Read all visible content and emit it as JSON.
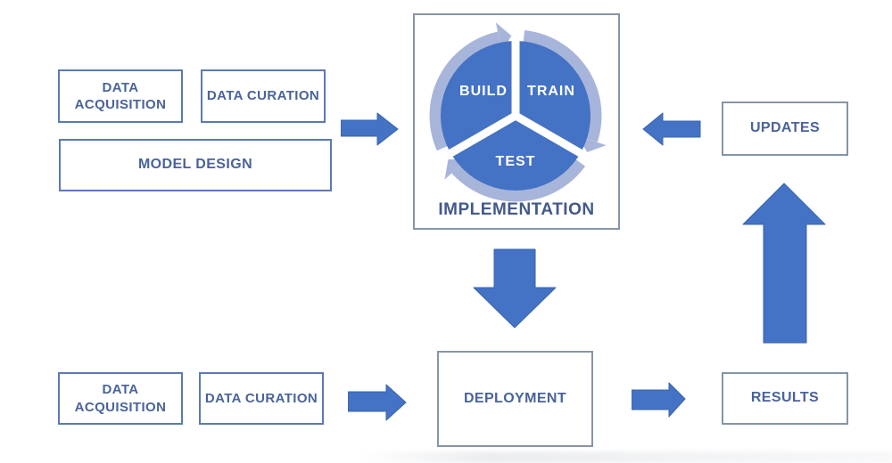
{
  "colors": {
    "arrow_fill": "#4472c4",
    "arrow_edge": "#3a64ad",
    "cycle_pie": "#4472c4",
    "cycle_ring": "#a8b5da",
    "box_text": "#4a639a",
    "implementation_text": "#43598a",
    "blue_box_border": "#5b79b4",
    "gray_box_border": "#8794a8",
    "cycle_label_text": "#ffffff"
  },
  "boxes": {
    "data_acquisition_top": "DATA ACQUISITION",
    "data_curation_top": "DATA CURATION",
    "model_design": "MODEL DESIGN",
    "implementation": "IMPLEMENTATION",
    "updates": "UPDATES",
    "deployment": "DEPLOYMENT",
    "results": "RESULTS",
    "data_acquisition_bottom": "DATA ACQUISITION",
    "data_curation_bottom": "DATA CURATION"
  },
  "cycle": {
    "build": "BUILD",
    "train": "TRAIN",
    "test": "TEST"
  },
  "arrows": [
    {
      "name": "inputs-to-implementation",
      "direction": "right"
    },
    {
      "name": "updates-to-implementation",
      "direction": "left"
    },
    {
      "name": "implementation-to-deployment",
      "direction": "down"
    },
    {
      "name": "data-to-deployment",
      "direction": "right"
    },
    {
      "name": "deployment-to-results",
      "direction": "right"
    },
    {
      "name": "results-to-updates",
      "direction": "up"
    }
  ]
}
